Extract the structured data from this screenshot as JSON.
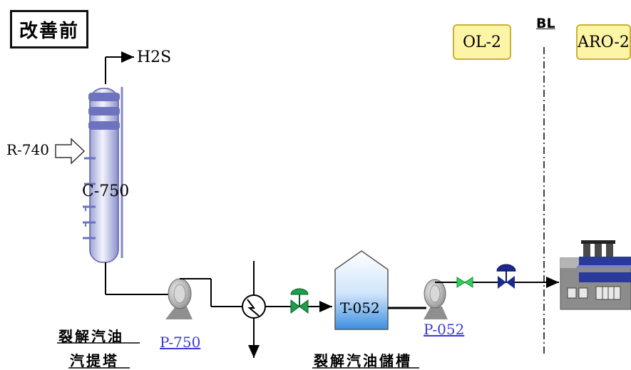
{
  "title": "改善前",
  "labels": {
    "h2s": "H2S",
    "r740": "R-740",
    "c750": "C-750",
    "bl": "BL",
    "ol2": "OL-2",
    "aro2": "ARO-2",
    "t052": "T-052",
    "p750": "P-750",
    "p052": "P-052",
    "stripper_line1": "裂解汽油",
    "stripper_line2": "汽提塔",
    "tank_caption": "裂解汽油儲槽"
  },
  "colors": {
    "column": "#7f85c8",
    "tank_top": "#ffffff",
    "tank_bottom": "#3b8fe0",
    "valve_green": "#1e9e4a",
    "control_valve": "#1b2a8a",
    "tag_fill": "#fdf5a6",
    "link": "#3a3ad6"
  },
  "icons": [
    "right-arrow-icon",
    "hollow-arrow-icon",
    "pump-icon",
    "heat-exchanger-icon",
    "gate-valve-icon",
    "control-valve-icon",
    "factory-icon"
  ]
}
